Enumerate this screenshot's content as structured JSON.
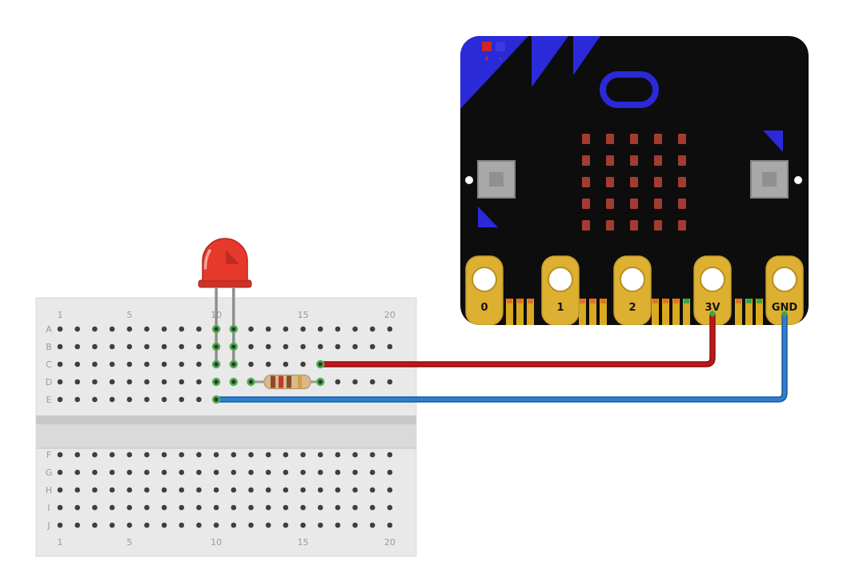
{
  "diagram": {
    "kind": "fritzing-style wiring diagram",
    "description": "BBC micro:bit driving a red LED on a breadboard through a resistor, wired to 3V and GND"
  },
  "microbit": {
    "name": "BBC micro:bit",
    "board_color": "#0d0d0d",
    "accent_color": "#2a2ad8",
    "pad_color": "#ddb032",
    "battery_polarity_marks": [
      "+",
      "-"
    ],
    "led_matrix": {
      "rows": 5,
      "cols": 5,
      "color": "#a23c33"
    },
    "buttons": [
      {
        "name": "button-a"
      },
      {
        "name": "button-b"
      }
    ],
    "pins": [
      {
        "label": "0"
      },
      {
        "label": "1"
      },
      {
        "label": "2"
      },
      {
        "label": "3V"
      },
      {
        "label": "GND"
      }
    ]
  },
  "breadboard": {
    "body_color": "#e9e9e9",
    "row_labels_top": [
      "A",
      "B",
      "C",
      "D",
      "E"
    ],
    "row_labels_bottom": [
      "F",
      "G",
      "H",
      "I",
      "J"
    ],
    "column_count": 20,
    "column_labels": [
      "1",
      "5",
      "10",
      "15",
      "20"
    ],
    "green_holes": [
      "A10",
      "A11",
      "B10",
      "B11",
      "C10",
      "C11",
      "D10",
      "D11",
      "D12",
      "C16",
      "D16",
      "E10"
    ],
    "highlight_color": "#4caf50"
  },
  "components": {
    "led": {
      "type": "red LED",
      "body_color": "#e6392b",
      "flange_color": "#cf3226",
      "holes": [
        "C10",
        "C11"
      ]
    },
    "resistor": {
      "type": "resistor",
      "body_color": "#d8b98e",
      "band_colors": [
        "#8a4b25",
        "#c03a2e",
        "#8a4b25",
        "#d1a13c"
      ],
      "holes": [
        "D12",
        "D16"
      ]
    }
  },
  "wires": [
    {
      "name": "wire-3v",
      "color": "#c41616",
      "outline": "#8f1010",
      "from_pin": "3V",
      "to_hole": "C16"
    },
    {
      "name": "wire-gnd",
      "color": "#2e7fd4",
      "outline": "#1c5d9e",
      "from_pin": "GND",
      "to_hole": "E10"
    }
  ]
}
